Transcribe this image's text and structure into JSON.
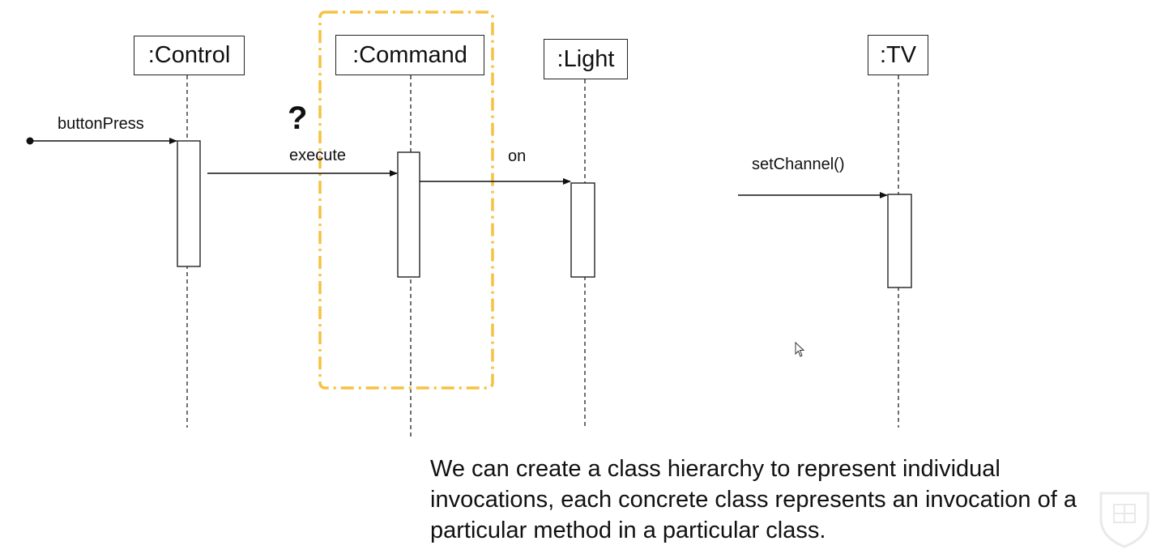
{
  "objects": [
    {
      "id": "control",
      "label": ":Control"
    },
    {
      "id": "command",
      "label": ":Command"
    },
    {
      "id": "light",
      "label": ":Light"
    },
    {
      "id": "tv",
      "label": ":TV"
    }
  ],
  "messages": [
    {
      "id": "buttonPress",
      "label": "buttonPress",
      "to": "control"
    },
    {
      "id": "execute",
      "label": "execute",
      "from": "control",
      "to": "command"
    },
    {
      "id": "on",
      "label": "on",
      "from": "command",
      "to": "light"
    },
    {
      "id": "setChannel",
      "label": "setChannel()",
      "to": "tv"
    }
  ],
  "question_mark": "?",
  "highlight": {
    "color": "#f5c242",
    "style": "dash-dot"
  },
  "caption": {
    "lines": [
      "We can create a class hierarchy to represent  individual",
      "invocations, each concrete class represents an invocation of a",
      "particular method in  a particular class."
    ]
  },
  "icons": {
    "cursor": "cursor-arrow-icon",
    "watermark": "university-crest-icon"
  }
}
